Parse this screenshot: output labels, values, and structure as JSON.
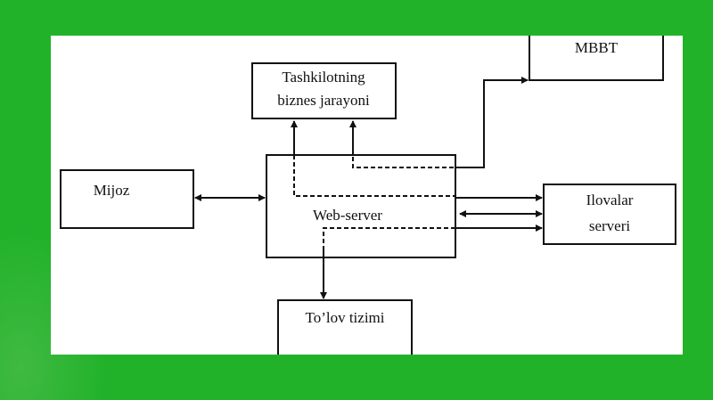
{
  "diagram": {
    "nodes": {
      "mbbt": "MBBT",
      "biznes_line1": "Tashkilotning",
      "biznes_line2": "biznes jarayoni",
      "mijoz": "Mijoz",
      "web_server": "Web-server",
      "ilovalar_line1": "Ilovalar",
      "ilovalar_line2": "serveri",
      "tolov": "To’lov tizimi"
    }
  },
  "colors": {
    "background": "#22b22a",
    "panel": "#ffffff",
    "stroke": "#111111"
  }
}
